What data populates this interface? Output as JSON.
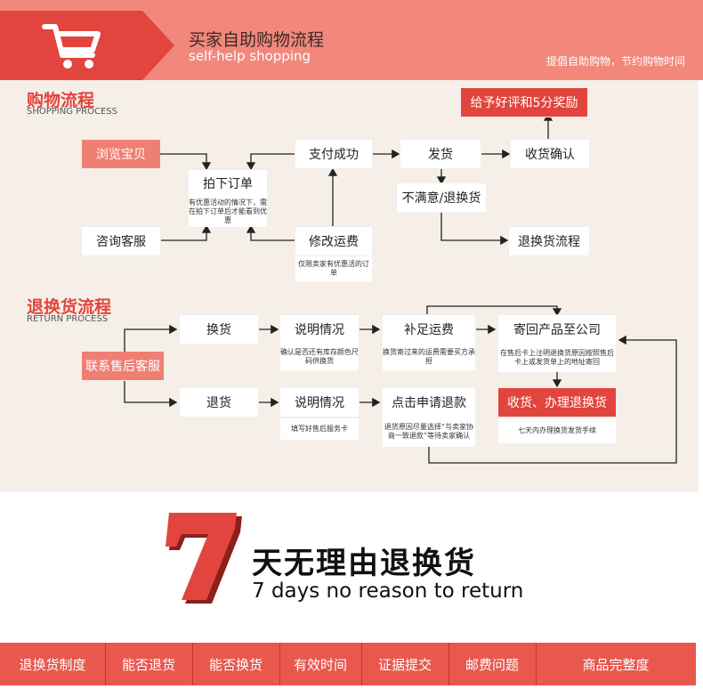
{
  "header": {
    "title": "买家自助购物流程",
    "subtitle": "self-help shopping",
    "tip": "提倡自助购物，节约购物时间",
    "icon": "shopping-cart-icon"
  },
  "shopping": {
    "title": "购物流程",
    "subtitle": "SHOPPING PROCESS",
    "browse": "浏览宝贝",
    "consult": "咨询客服",
    "order": "拍下订单",
    "order_note": "有优惠活动的情况下，需在拍下订单后才能看到优惠",
    "pay": "支付成功",
    "modify": "修改运费",
    "modify_note": "仅限卖家有优惠活的订单",
    "ship": "发货",
    "confirm": "收货确认",
    "reward": "给予好评和5分奖励",
    "unhappy": "不满意/退换货",
    "return_flow": "退换货流程"
  },
  "returns": {
    "title": "退换货流程",
    "subtitle": "RETURN PROCESS",
    "contact": "联系售后客服",
    "exchange": "换货",
    "refund": "退货",
    "explain1": "说明情况",
    "explain1_note": "确认是否还有库存颜色尺码供换货",
    "explain2": "说明情况",
    "explain2_note": "填写好售后服务卡",
    "supplement": "补足运费",
    "supplement_note": "换货寄过来的运费需要买方承担",
    "apply": "点击申请退款",
    "apply_note": "退货原因尽量选择“与卖家协商一致退款”等待卖家确认",
    "send_back": "寄回产品至公司",
    "send_back_note": "在售后卡上注明退换货原因按照售后卡上或发货单上的地址寄回",
    "receive": "收货、办理退换货",
    "receive_note": "七天内办理换货发货手续"
  },
  "banner": {
    "number": "7",
    "cn": "天无理由退换货",
    "en": "7 days no reason to return"
  },
  "tabs": [
    "退换货制度",
    "能否退货",
    "能否换货",
    "有效时间",
    "证据提交",
    "邮费问题",
    "商品完整度"
  ],
  "colors": {
    "accent": "#e2453d",
    "light_accent": "#f2877c",
    "panel": "#f6efe8"
  }
}
